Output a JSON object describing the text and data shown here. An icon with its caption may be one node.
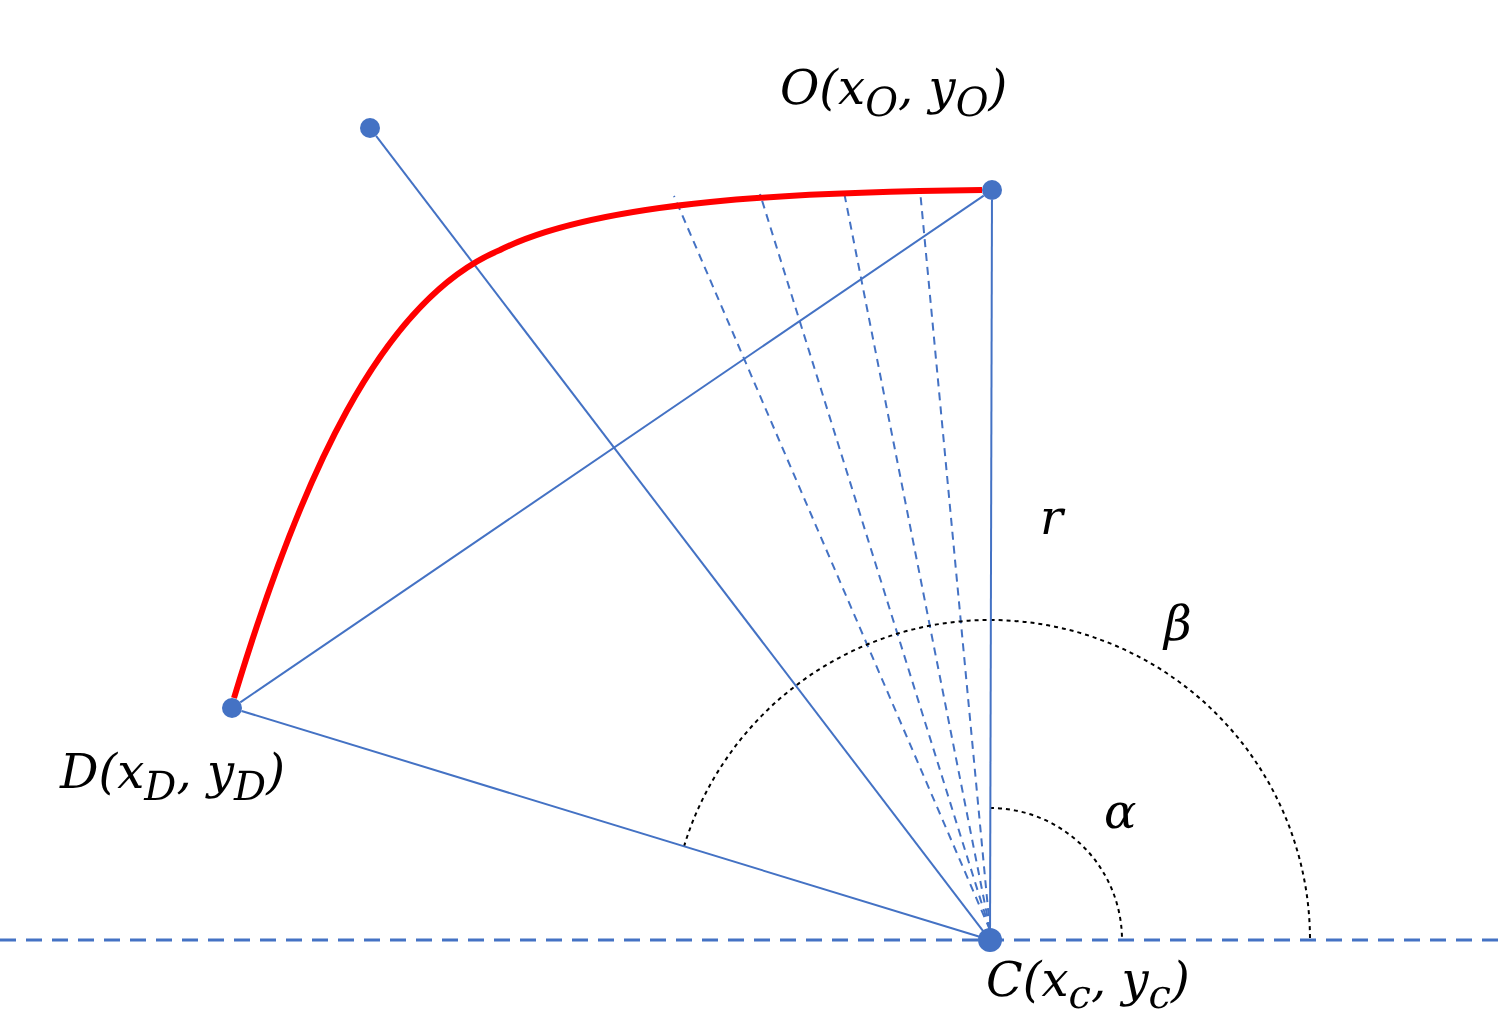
{
  "diagram": {
    "nodes": [
      {
        "text": [],
        "shape": "circle"
      },
      {
        "text": [],
        "shape": "circle",
        "beside": [
          "O(x$_{O}$, y$_{O}$)"
        ]
      },
      {
        "text": [],
        "shape": "circle",
        "beside": [
          "D(x$_{D}$, y$_{D}$)"
        ]
      },
      {
        "text": [],
        "shape": "circle",
        "beside": [
          "C(x$_{c}$, y$_{c}$)"
        ]
      }
    ],
    "edges": [
      {
        "from": 3,
        "to": 0,
        "arrow": "none"
      },
      {
        "from": 3,
        "to": 1,
        "arrow": "none"
      },
      {
        "from": 3,
        "to": 2,
        "arrow": "none"
      },
      {
        "from": 2,
        "to": 1,
        "arrow": "none"
      },
      {
        "from": 2,
        "to": 1,
        "arrow": "none",
        "style": "thick",
        "color": "#ff0000"
      }
    ],
    "labels": [
      "r",
      "β",
      "α"
    ]
  }
}
